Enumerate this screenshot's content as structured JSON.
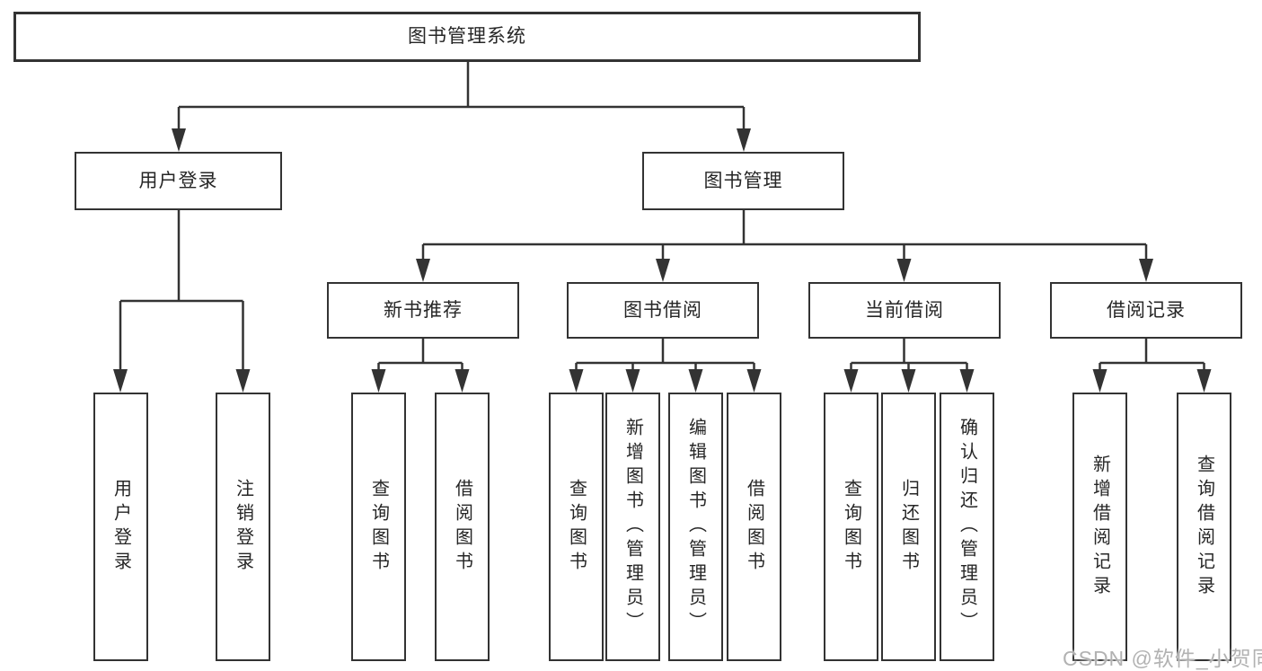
{
  "tree": {
    "root": "图书管理系统",
    "branches": [
      {
        "label": "用户登录",
        "children": [
          "用户登录",
          "注销登录"
        ]
      },
      {
        "label": "图书管理",
        "groups": [
          {
            "label": "新书推荐",
            "children": [
              "查询图书",
              "借阅图书"
            ]
          },
          {
            "label": "图书借阅",
            "children": [
              "查询图书",
              "新增图书（管理员）",
              "编辑图书（管理员）",
              "借阅图书"
            ]
          },
          {
            "label": "当前借阅",
            "children": [
              "查询图书",
              "归还图书",
              "确认归还（管理员）"
            ]
          },
          {
            "label": "借阅记录",
            "children": [
              "新增借阅记录",
              "查询借阅记录"
            ]
          }
        ]
      }
    ]
  },
  "watermark": {
    "text": "CSDN @软件_小贺同学",
    "color": "#b2b2b2"
  },
  "colors": {
    "line": "#333333",
    "box_border": "#333333",
    "text": "#262626",
    "background": "#ffffff"
  }
}
